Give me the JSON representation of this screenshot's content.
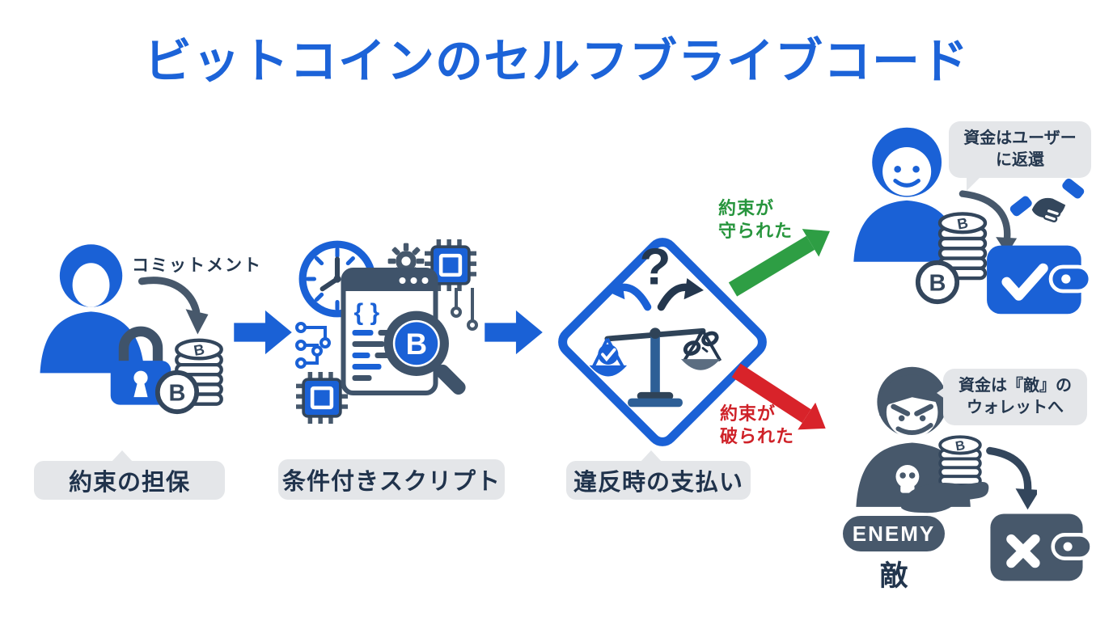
{
  "title": "ビットコインのセルフブライブコード",
  "stage1": {
    "annotation": "コミットメント",
    "caption": "約束の担保"
  },
  "stage2": {
    "caption": "条件付きスクリプト"
  },
  "stage3": {
    "caption": "違反時の支払い"
  },
  "success": {
    "arrow_label_1": "約束が",
    "arrow_label_2": "守られた",
    "bubble_1": "資金はユーザー",
    "bubble_2": "に返還"
  },
  "fail": {
    "arrow_label_1": "約束が",
    "arrow_label_2": "破られた",
    "bubble_1": "資金は『敵』の",
    "bubble_2": "ウォレットへ",
    "badge": "ENEMY",
    "name": "敵"
  },
  "icons": {
    "bitcoin": "B",
    "question": "?",
    "braces": "{ }"
  },
  "colors": {
    "blue": "#1a61d6",
    "navy": "#33465c",
    "slate": "#47586b",
    "green": "#2e9e44",
    "red": "#d8232a",
    "bubble_gray": "#e4e6e9",
    "title_blue": "#1c63d8"
  }
}
